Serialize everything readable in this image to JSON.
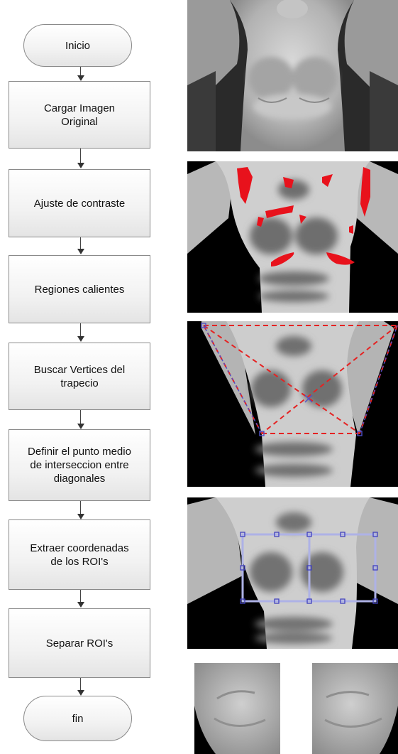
{
  "flowchart": {
    "start": "Inicio",
    "steps": [
      "Cargar Imagen Original",
      "Ajuste de contraste",
      "Regiones calientes",
      "Buscar Vertices del trapecio",
      "Definir el punto medio de interseccion entre diagonales",
      "Extraer coordenadas de los ROI's",
      "Separar ROI's"
    ],
    "end": "fin"
  },
  "images": [
    {
      "step": "Cargar Imagen Original",
      "overlay": "none"
    },
    {
      "step": "Ajuste de contraste",
      "overlay": "hot-regions-red"
    },
    {
      "step": "Buscar Vertices del trapecio",
      "overlay": "trapezoid-diagonals-red-dashed"
    },
    {
      "step": "Extraer coordenadas de los ROI's",
      "overlay": "roi-boxes-blue"
    },
    {
      "step": "Separar ROI's",
      "overlay": "left-and-right-roi-crops"
    }
  ],
  "colors": {
    "hot_region": "#e8121c",
    "trapezoid_line": "#e52222",
    "roi_box": "#9aa0e0",
    "handle": "#4040c0"
  }
}
